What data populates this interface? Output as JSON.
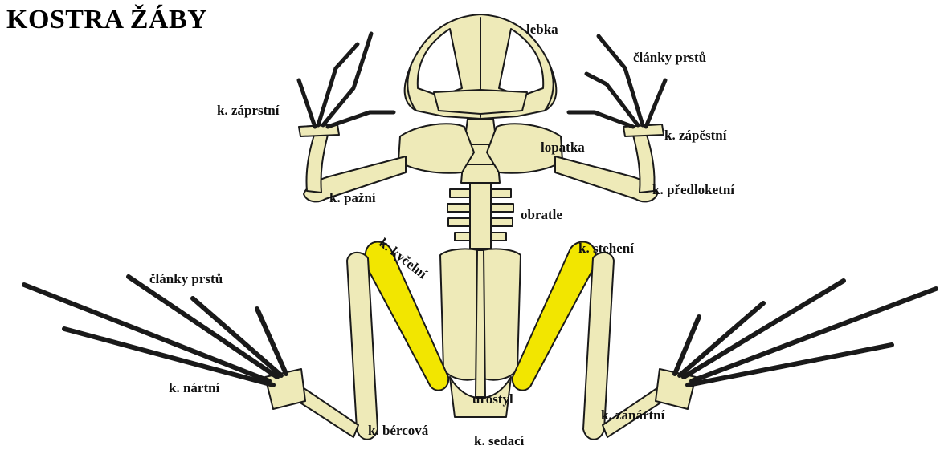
{
  "title": "KOSTRA ŽÁBY",
  "colors": {
    "bone": "#eeeab8",
    "outline": "#1a1a1a",
    "highlight": "#f2e600",
    "text": "#111111"
  },
  "labels": {
    "lebka": "lebka",
    "clanky_prstu_top": "články prstů",
    "k_zaprstni": "k. záprstní",
    "k_zapestni": "k. zápěstní",
    "lopatka": "lopatka",
    "k_pazni": "k. pažní",
    "k_predloketni": "k. předloketní",
    "obratle": "obratle",
    "k_kycelni": "k. kyčelní",
    "k_stehenni": "k. stehení",
    "clanky_prstu_bottom": "články prstů",
    "k_nartni": "k. nártní",
    "urostyl": "urostyl",
    "k_bercova": "k. bércová",
    "k_sedaci": "k. sedací",
    "k_zanartni": "k. zánártní"
  }
}
